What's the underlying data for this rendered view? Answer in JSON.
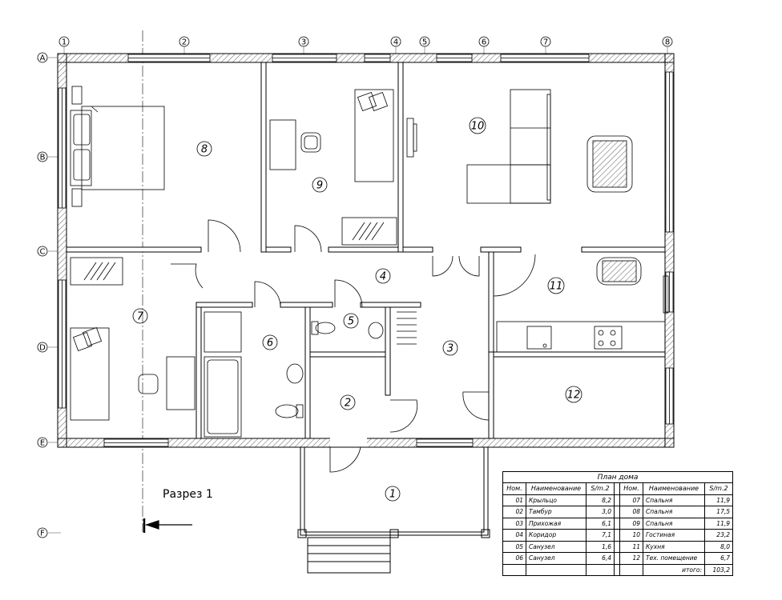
{
  "axes": {
    "top": [
      "1",
      "2",
      "3",
      "4",
      "5",
      "6",
      "7",
      "8"
    ],
    "left": [
      "A",
      "B",
      "C",
      "D",
      "E",
      "F"
    ]
  },
  "rooms": [
    "1",
    "2",
    "3",
    "4",
    "5",
    "6",
    "7",
    "8",
    "9",
    "10",
    "11",
    "12"
  ],
  "section_label": "Разрез 1",
  "legend": {
    "title": "План дома",
    "headers": [
      "Ном.",
      "Наименование",
      "S/m.2",
      "Ном.",
      "Наименование",
      "S/m.2"
    ],
    "rows": [
      [
        "01",
        "Крыльцо",
        "8,2",
        "07",
        "Спальня",
        "11,9"
      ],
      [
        "02",
        "Тамбур",
        "3,0",
        "08",
        "Спальня",
        "17,5"
      ],
      [
        "03",
        "Прихожая",
        "6,1",
        "09",
        "Спальня",
        "11,9"
      ],
      [
        "04",
        "Коридор",
        "7,1",
        "10",
        "Гостиная",
        "23,2"
      ],
      [
        "05",
        "Санузел",
        "1,6",
        "11",
        "Кухня",
        "8,0"
      ],
      [
        "06",
        "Санузел",
        "6,4",
        "12",
        "Тех. помещение",
        "6,7"
      ]
    ],
    "total_label": "итого:",
    "total_value": "103,2"
  }
}
